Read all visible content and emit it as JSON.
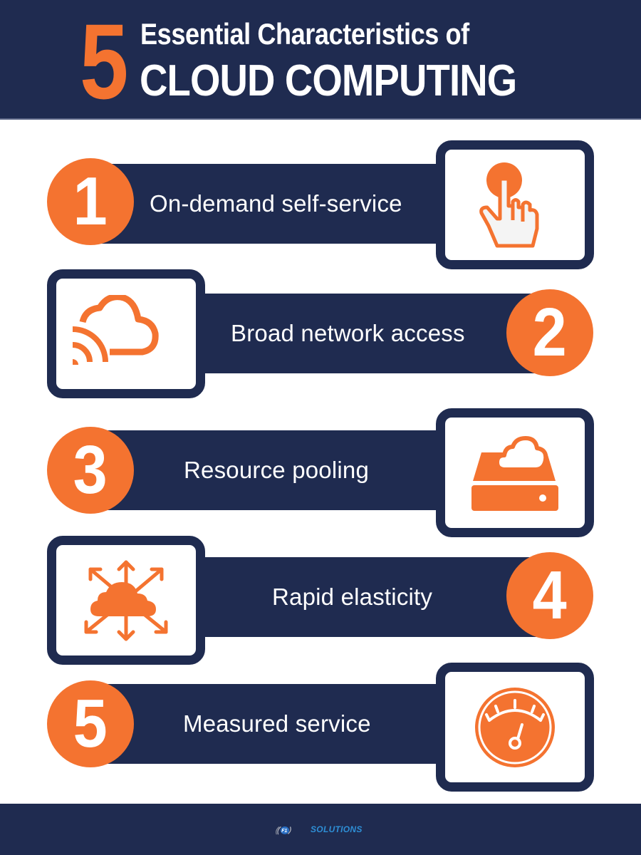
{
  "header": {
    "number": "5",
    "title_line1": "Essential Characteristics of",
    "title_line2": "CLOUD COMPUTING"
  },
  "colors": {
    "navy": "#1f2b50",
    "orange": "#f47330",
    "white": "#ffffff",
    "logo_blue": "#2e8fd6"
  },
  "items": [
    {
      "number": "1",
      "label": "On-demand self-service",
      "icon": "hand-pointer-icon"
    },
    {
      "number": "2",
      "label": "Broad network access",
      "icon": "cloud-wifi-icon"
    },
    {
      "number": "3",
      "label": "Resource pooling",
      "icon": "cloud-storage-icon"
    },
    {
      "number": "4",
      "label": "Rapid elasticity",
      "icon": "cloud-expand-arrows-icon"
    },
    {
      "number": "5",
      "label": "Measured service",
      "icon": "gauge-meter-icon"
    }
  ],
  "footer": {
    "logo_mark": "F1",
    "logo_text": "SOLUTIONS"
  }
}
